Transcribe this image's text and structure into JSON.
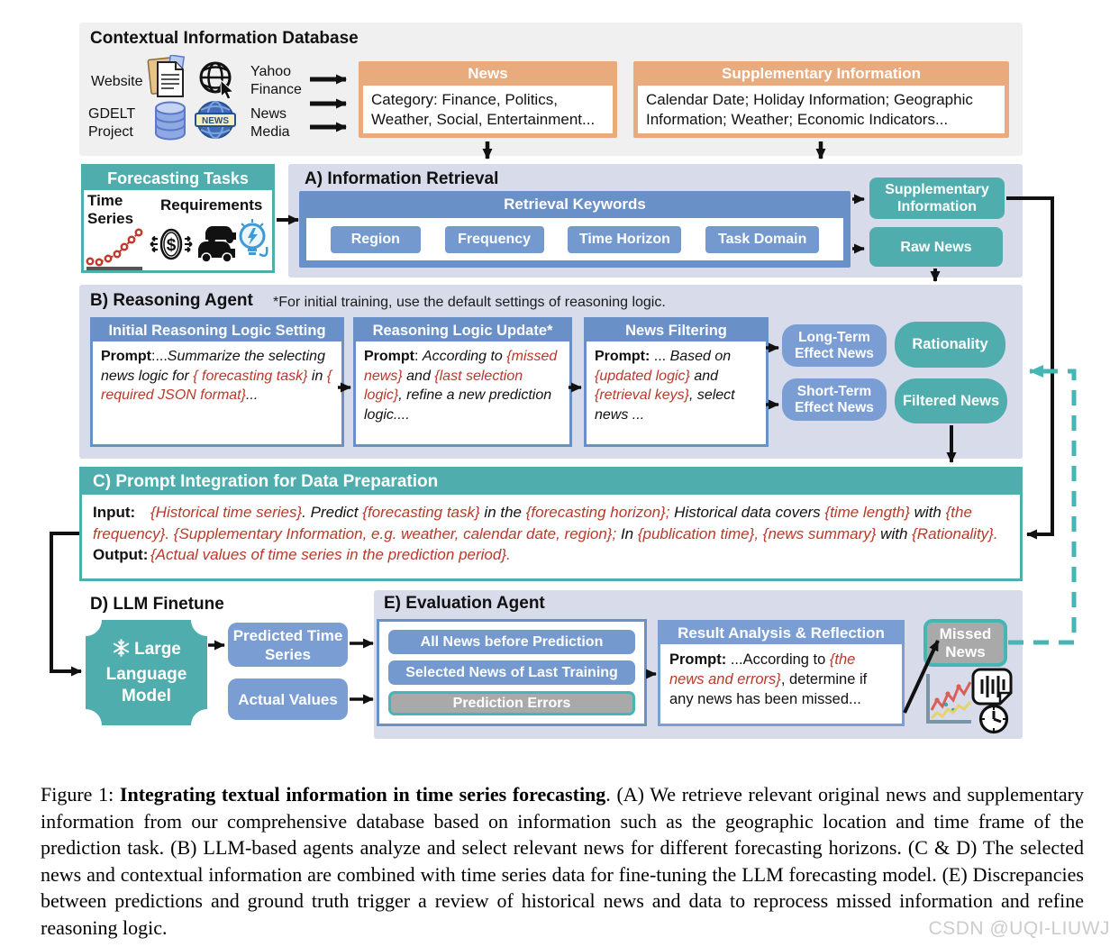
{
  "database": {
    "title": "Contextual Information Database",
    "sources": {
      "website": "Website",
      "yahoo": "Yahoo Finance",
      "gdelt": "GDELT Project",
      "news_media": "News Media"
    },
    "news_box": {
      "header": "News",
      "body": "Category: Finance, Politics, Weather, Social, Entertainment..."
    },
    "supplementary_box": {
      "header": "Supplementary Information",
      "body": "Calendar Date; Holiday Information; Geographic Information; Weather; Economic Indicators..."
    }
  },
  "forecasting_tasks": {
    "header": "Forecasting Tasks",
    "time_series": "Time Series",
    "requirements": "Requirements"
  },
  "zone_a": {
    "title": "A) Information Retrieval",
    "keywords_header": "Retrieval Keywords",
    "keywords": [
      "Region",
      "Frequency",
      "Time Horizon",
      "Task Domain"
    ],
    "supplementary_output": "Supplementary Information",
    "raw_news_output": "Raw News"
  },
  "zone_b": {
    "title": "B) Reasoning Agent",
    "note": "*For initial training, use the default settings of reasoning logic.",
    "card1": {
      "header": "Initial Reasoning Logic Setting",
      "seg": [
        "Prompt",
        ":...",
        "Summarize the selecting news logic for ",
        "{ forecasting task} ",
        "in ",
        "{ required JSON format}",
        "..."
      ]
    },
    "card2": {
      "header": "Reasoning Logic Update*",
      "seg": [
        "Prompt",
        ": ",
        "According to ",
        "{missed news} ",
        "and ",
        "{last selection logic}",
        ", refine a new prediction logic...."
      ]
    },
    "card3": {
      "header": "News Filtering",
      "seg": [
        "Prompt:",
        " ... ",
        "Based on ",
        "{updated logic} ",
        "and ",
        "{retrieval keys}",
        ", select news ..."
      ]
    },
    "long_term": "Long-Term Effect News",
    "short_term": "Short-Term Effect News",
    "rationality": "Rationality",
    "filtered_news": "Filtered News"
  },
  "zone_c": {
    "title": "C) Prompt Integration for Data Preparation",
    "input_label": "Input:",
    "input_seg": [
      "{Historical time series}",
      ". Predict ",
      "{forecasting task}",
      " in the ",
      "{forecasting horizon};",
      " Historical data covers ",
      "{time length}",
      " with ",
      "{the frequency}. {Supplementary Information, e.g. weather, calendar date, region};",
      " In ",
      "{publication time}, {news summary}",
      " with ",
      "{Rationality}."
    ],
    "output_label": "Output:",
    "output_seg": [
      "{Actual values of time series in the prediction period}."
    ]
  },
  "zone_d": {
    "title": "D) LLM Finetune",
    "llm_lines": [
      "Large",
      "Language",
      "Model"
    ],
    "predicted": "Predicted Time Series",
    "actual": "Actual Values"
  },
  "zone_e": {
    "title": "E) Evaluation Agent",
    "bars": [
      "All News before Prediction",
      "Selected News of Last Training",
      "Prediction Errors"
    ],
    "result_card": {
      "header": "Result Analysis & Reflection",
      "seg": [
        "Prompt: ",
        "...According to ",
        "{the news and errors}",
        ", determine if any news has been missed..."
      ]
    },
    "missed_news": "Missed News"
  },
  "caption": {
    "prefix": "Figure 1: ",
    "bold": "Integrating textual information in time series forecasting",
    "rest": ". (A) We retrieve relevant original news and supplementary information from our comprehensive database based on information such as the geographic location and time frame of the prediction task. (B) LLM-based agents analyze and select relevant news for different forecasting horizons. (C & D) The selected news and contextual information are combined with time series data for fine-tuning the LLM forecasting model. (E) Discrepancies between predictions and ground truth trigger a review of historical news and data to reprocess missed information and refine reasoning logic."
  },
  "watermark": "CSDN @UQI-LIUWJ",
  "colors": {
    "teal": "#4fadae",
    "blue": "#6a90c8",
    "light_blue": "#7a9dd4",
    "orange": "#e9aa7d",
    "lavender": "#d7dbea",
    "red_text": "#b8392a",
    "gray": "#a9a9a9"
  }
}
